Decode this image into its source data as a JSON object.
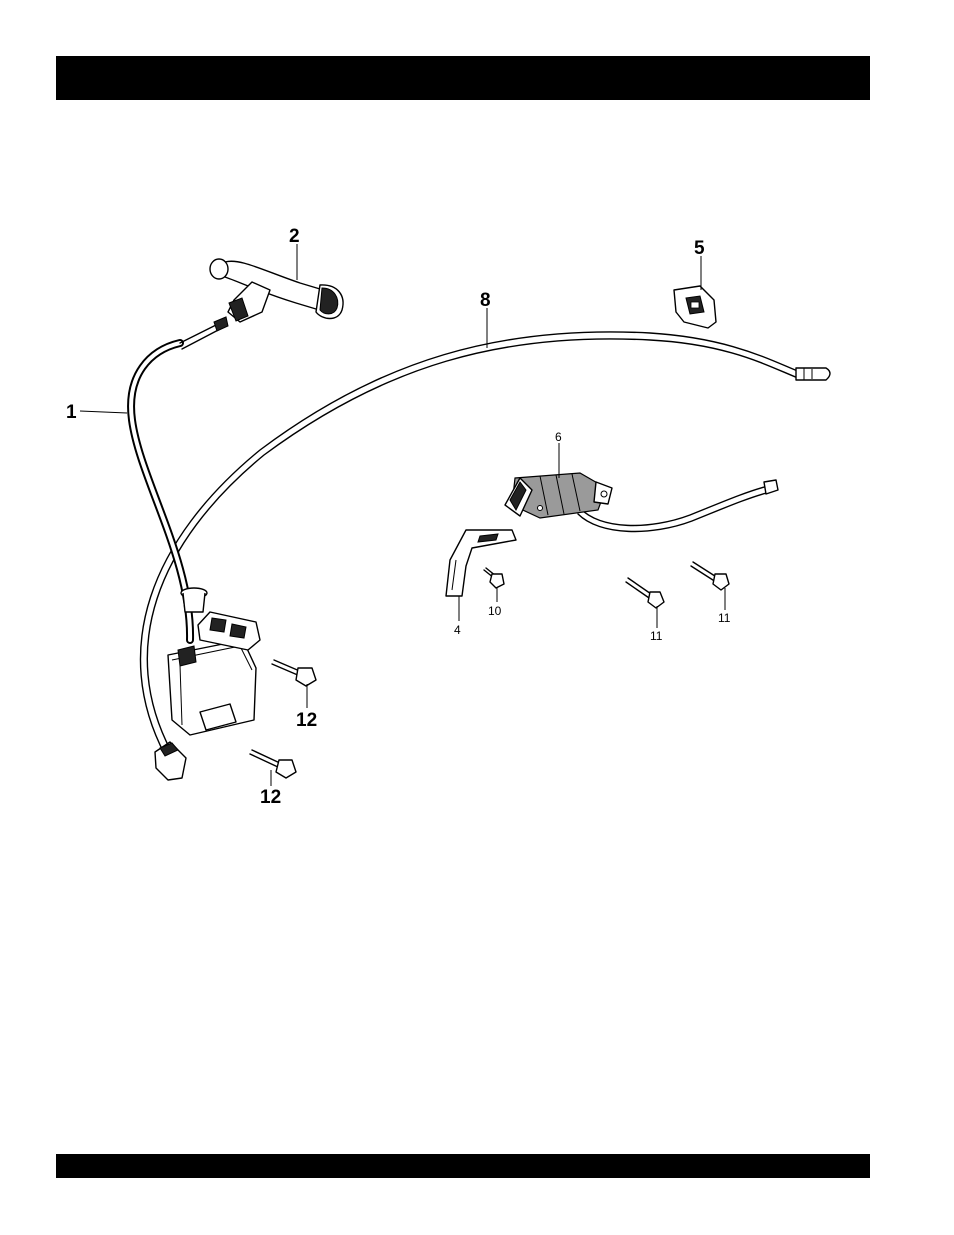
{
  "diagram": {
    "callouts": [
      {
        "id": "1",
        "text": "1"
      },
      {
        "id": "2",
        "text": "2"
      },
      {
        "id": "4",
        "text": "4"
      },
      {
        "id": "5",
        "text": "5"
      },
      {
        "id": "6",
        "text": "6"
      },
      {
        "id": "8",
        "text": "8"
      },
      {
        "id": "10",
        "text": "10"
      },
      {
        "id": "11a",
        "text": "11"
      },
      {
        "id": "11b",
        "text": "11"
      },
      {
        "id": "12a",
        "text": "12"
      },
      {
        "id": "12b",
        "text": "12"
      }
    ]
  },
  "colors": {
    "bar": "#000000",
    "ink": "#000000",
    "background": "#ffffff"
  }
}
